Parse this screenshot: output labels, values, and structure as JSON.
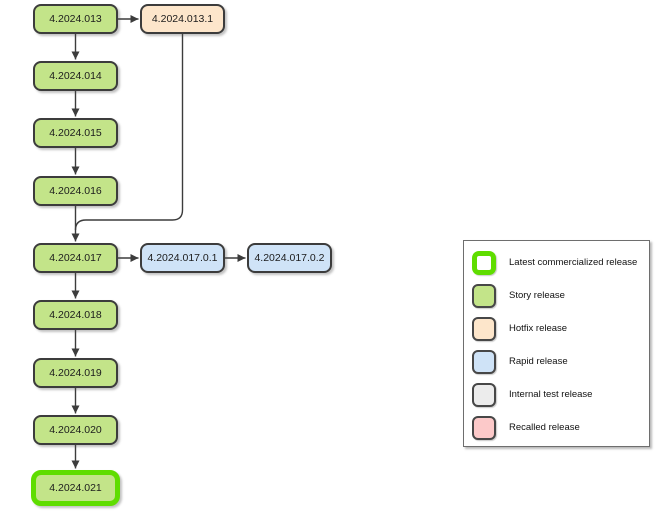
{
  "diagram": {
    "nodes": [
      {
        "id": "v013",
        "label": "4.2024.013",
        "type": "story",
        "latest": false
      },
      {
        "id": "v0131",
        "label": "4.2024.013.1",
        "type": "hotfix",
        "latest": false
      },
      {
        "id": "v014",
        "label": "4.2024.014",
        "type": "story",
        "latest": false
      },
      {
        "id": "v015",
        "label": "4.2024.015",
        "type": "story",
        "latest": false
      },
      {
        "id": "v016",
        "label": "4.2024.016",
        "type": "story",
        "latest": false
      },
      {
        "id": "v017",
        "label": "4.2024.017",
        "type": "story",
        "latest": false
      },
      {
        "id": "v01701",
        "label": "4.2024.017.0.1",
        "type": "rapid",
        "latest": false
      },
      {
        "id": "v01702",
        "label": "4.2024.017.0.2",
        "type": "rapid",
        "latest": false
      },
      {
        "id": "v018",
        "label": "4.2024.018",
        "type": "story",
        "latest": false
      },
      {
        "id": "v019",
        "label": "4.2024.019",
        "type": "story",
        "latest": false
      },
      {
        "id": "v020",
        "label": "4.2024.020",
        "type": "story",
        "latest": false
      },
      {
        "id": "v021",
        "label": "4.2024.021",
        "type": "story",
        "latest": true
      }
    ],
    "edges": [
      {
        "from": "v013",
        "to": "v014"
      },
      {
        "from": "v014",
        "to": "v015"
      },
      {
        "from": "v015",
        "to": "v016"
      },
      {
        "from": "v016",
        "to": "v017"
      },
      {
        "from": "v017",
        "to": "v018"
      },
      {
        "from": "v018",
        "to": "v019"
      },
      {
        "from": "v019",
        "to": "v020"
      },
      {
        "from": "v020",
        "to": "v021"
      },
      {
        "from": "v013",
        "to": "v0131"
      },
      {
        "from": "v017",
        "to": "v01701"
      },
      {
        "from": "v01701",
        "to": "v01702"
      },
      {
        "from": "v0131",
        "to": "v017",
        "merge": true
      }
    ]
  },
  "legend": {
    "items": [
      {
        "type": "latest",
        "label": "Latest commercialized release"
      },
      {
        "type": "story",
        "label": "Story release"
      },
      {
        "type": "hotfix",
        "label": "Hotfix release"
      },
      {
        "type": "rapid",
        "label": "Rapid release"
      },
      {
        "type": "internal",
        "label": "Internal test release"
      },
      {
        "type": "recalled",
        "label": "Recalled release"
      }
    ]
  },
  "colors": {
    "story": "#c3e489",
    "hotfix": "#fde6cb",
    "rapid": "#cfe3f7",
    "internal": "#ececec",
    "recalled": "#fcc9c9",
    "latest_border": "#5fdd00",
    "node_border": "#3c3c3c",
    "edge": "#3c3c3c"
  }
}
